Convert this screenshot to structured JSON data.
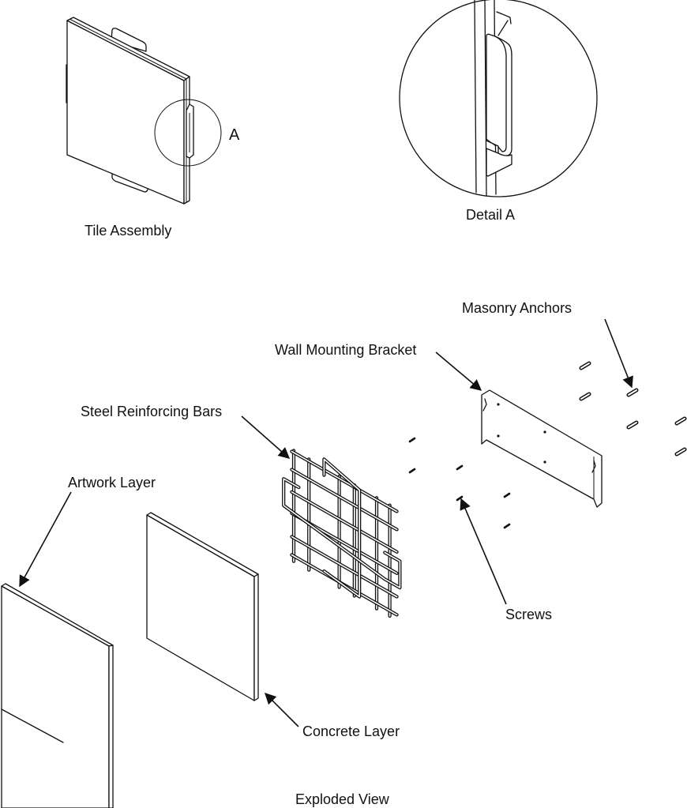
{
  "diagram": {
    "views": {
      "tile_assembly": "Tile Assembly",
      "detail_a": "Detail A",
      "exploded_view": "Exploded View",
      "detail_callout": "A"
    },
    "callouts": {
      "masonry_anchors": "Masonry Anchors",
      "wall_mounting_bracket": "Wall Mounting Bracket",
      "steel_reinforcing_bars": "Steel Reinforcing Bars",
      "artwork_layer": "Artwork Layer",
      "screws": "Screws",
      "concrete_layer": "Concrete Layer"
    }
  }
}
